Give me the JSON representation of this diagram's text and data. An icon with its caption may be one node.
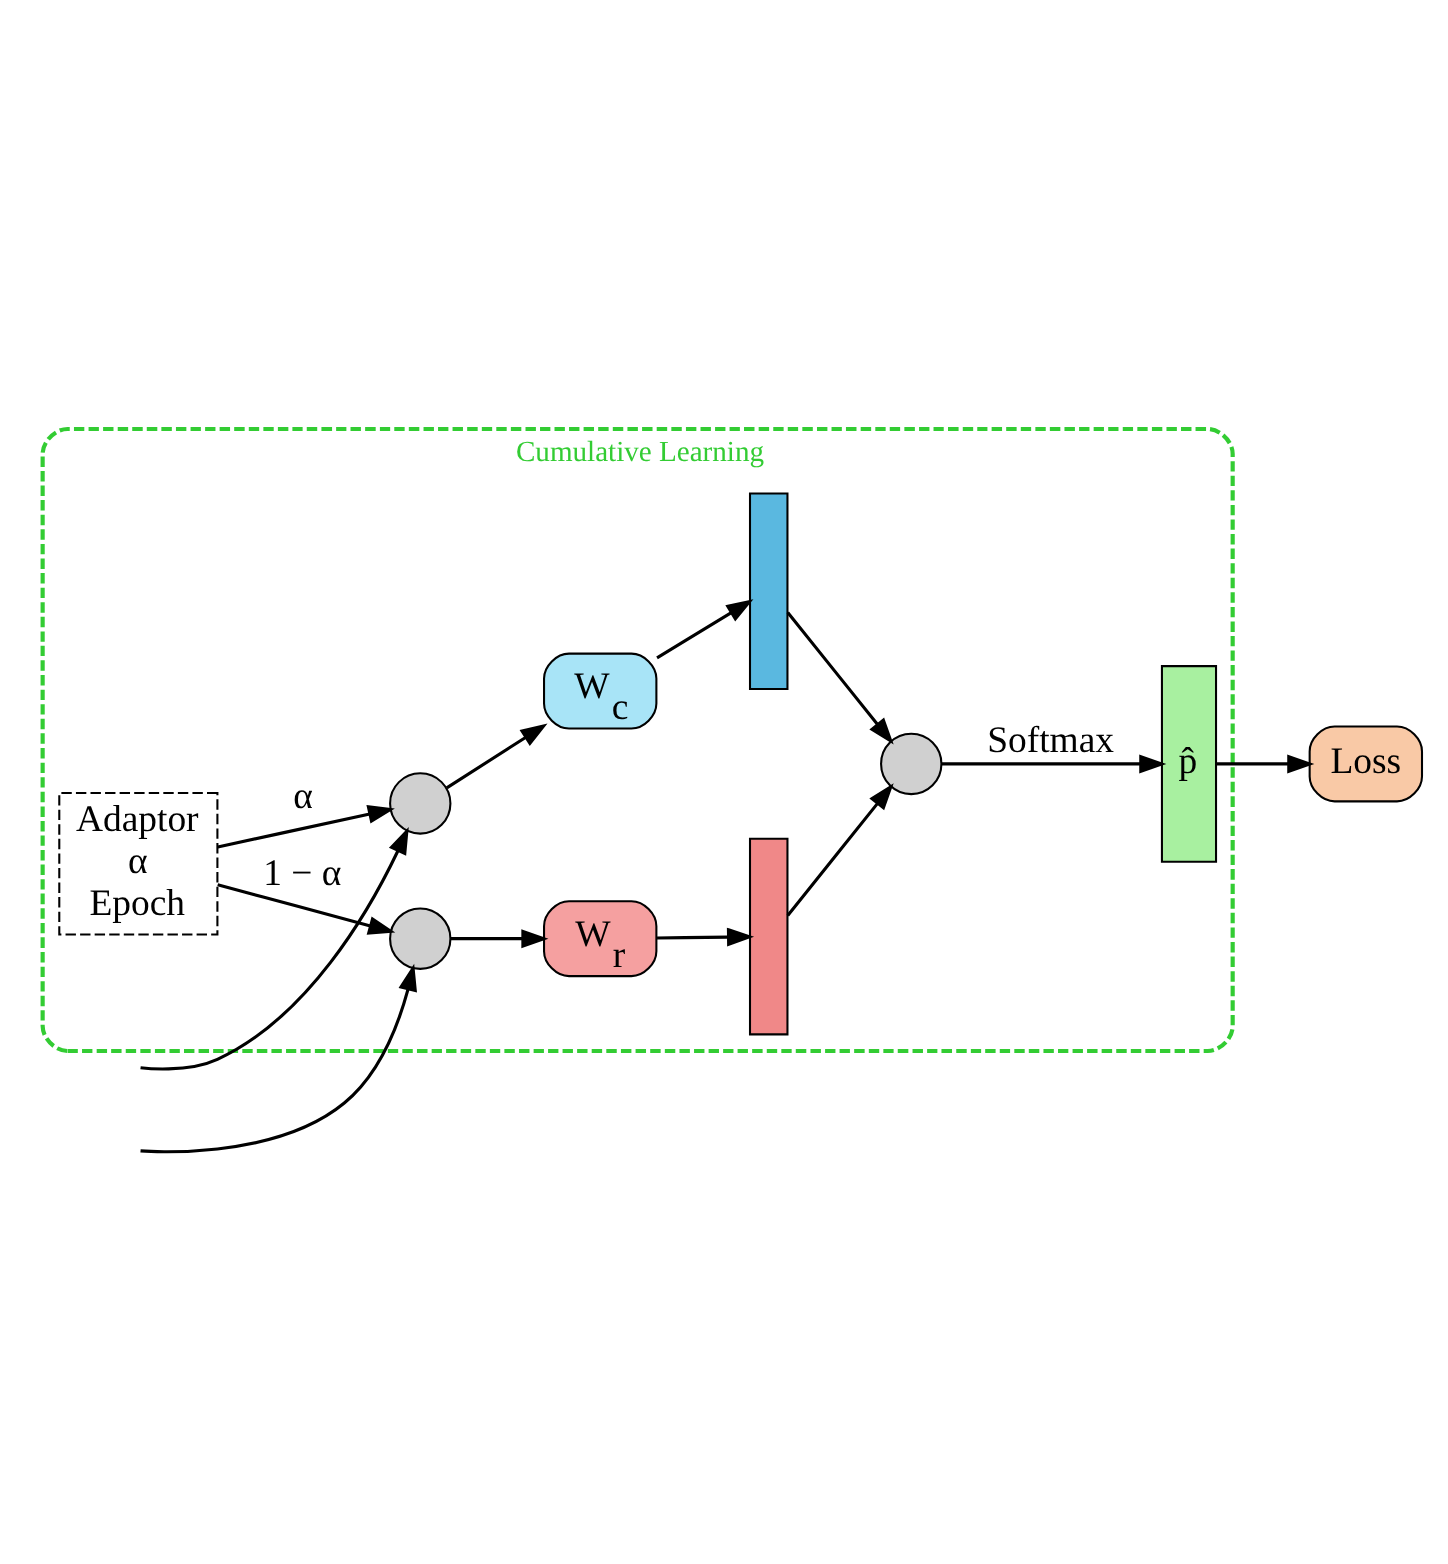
{
  "diagram": {
    "nodes": [
      {
        "text": [
          "Cumulative Learning"
        ]
      },
      {
        "text": [],
        "shape": "circle",
        "in": 0
      },
      {
        "text": [
          "W$_{c}$"
        ],
        "in": 0
      },
      {
        "text": [],
        "shape": "bar",
        "in": 0
      },
      {
        "text": [
          "Adaptor",
          "α",
          "Epoch"
        ],
        "in": 0
      },
      {
        "text": [],
        "shape": "circle",
        "in": 0
      },
      {
        "text": [
          "W$_{r}$"
        ],
        "in": 0
      },
      {
        "text": [],
        "shape": "bar",
        "in": 0
      },
      {
        "text": [],
        "shape": "circle",
        "in": 0
      },
      {
        "text": [
          "p̂"
        ],
        "in": 0
      },
      {
        "text": [
          "Loss"
        ]
      }
    ],
    "edges": [
      {
        "from": null,
        "to": 1,
        "arrow": "to"
      },
      {
        "from": null,
        "to": 5,
        "arrow": "to"
      },
      {
        "from": 1,
        "to": 2,
        "arrow": "to"
      },
      {
        "from": 2,
        "to": 3,
        "arrow": "to"
      },
      {
        "from": 4,
        "to": 1,
        "arrow": "to",
        "label": "α"
      },
      {
        "from": 4,
        "to": 5,
        "arrow": "to",
        "label": "1 − α"
      },
      {
        "from": 5,
        "to": 6,
        "arrow": "to"
      },
      {
        "from": 6,
        "to": 7,
        "arrow": "to"
      },
      {
        "from": 3,
        "to": 8,
        "arrow": "to"
      },
      {
        "from": 7,
        "to": 8,
        "arrow": "to"
      },
      {
        "from": 8,
        "to": 9,
        "arrow": "to",
        "label": "Softmax"
      },
      {
        "from": 9,
        "to": 10,
        "arrow": "to"
      }
    ]
  }
}
